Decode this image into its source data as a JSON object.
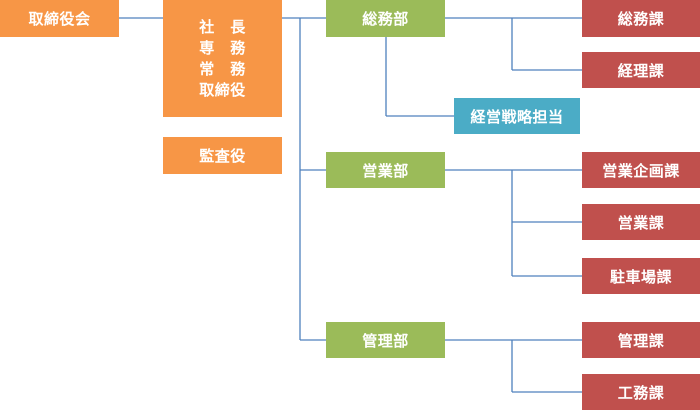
{
  "board": "取締役会",
  "exec": {
    "line1": "社　長",
    "line2": "専　務",
    "line3": "常　務",
    "line4": "取締役"
  },
  "auditor": "監査役",
  "departments": {
    "general_affairs": {
      "label": "総務部",
      "sections": [
        "総務課",
        "経理課"
      ],
      "staff": "経営戦略担当"
    },
    "sales": {
      "label": "営業部",
      "sections": [
        "営業企画課",
        "営業課",
        "駐車場課"
      ]
    },
    "management": {
      "label": "管理部",
      "sections": [
        "管理課",
        "工務課"
      ]
    }
  },
  "colors": {
    "board_exec": "#f79646",
    "department": "#9bbb59",
    "section": "#c0504d",
    "staff": "#4bacc6",
    "connector": "#4f81bd"
  }
}
